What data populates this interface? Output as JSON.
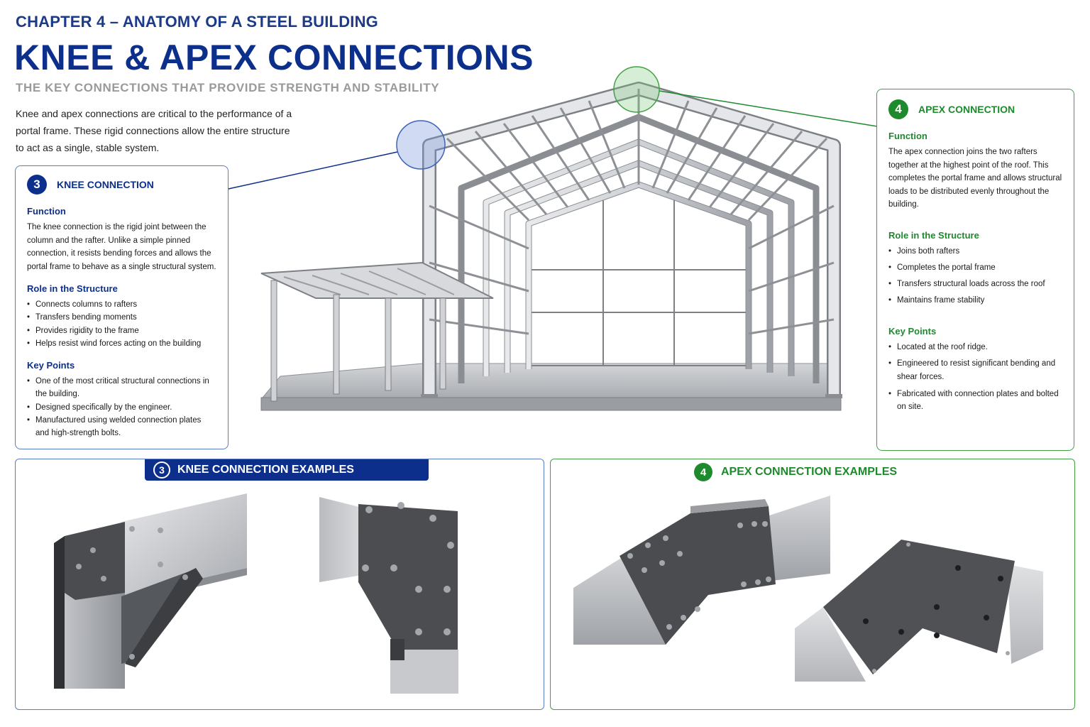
{
  "header": {
    "chapter": "CHAPTER 4 – ANATOMY OF A STEEL BUILDING",
    "title": "KNEE & APEX CONNECTIONS",
    "subtitle": "THE KEY CONNECTIONS THAT PROVIDE STRENGTH AND STABILITY",
    "intro": "Knee and apex connections are critical to the performance of a portal frame. These rigid connections allow the entire structure to act as a single, stable system."
  },
  "colors": {
    "primary_blue": "#0d2f8c",
    "accent_green": "#1e8a2e",
    "steel": "#c9ccd1"
  },
  "knee": {
    "number": "3",
    "title": "KNEE CONNECTION",
    "function_label": "Function",
    "function_text": "The knee connection is the rigid joint between the column and the rafter. Unlike a simple pinned connection, it resists bending forces and allows the portal frame to behave as a single structural system.",
    "role_label": "Role in the Structure",
    "role": [
      "Connects columns to rafters",
      "Transfers bending moments",
      "Provides rigidity to the frame",
      "Helps resist wind forces acting on the building"
    ],
    "key_label": "Key Points",
    "key": [
      "One of the most critical structural connections in the building.",
      "Designed specifically by the engineer.",
      "Manufactured using welded connection plates and high-strength bolts."
    ]
  },
  "apex": {
    "number": "4",
    "title": "APEX CONNECTION",
    "function_label": "Function",
    "function_text": "The apex connection joins the two rafters together at the highest point of the roof. This completes the portal frame and allows structural loads to be distributed evenly throughout the building.",
    "role_label": "Role in the Structure",
    "role": [
      "Joins both rafters",
      "Completes the portal frame",
      "Transfers structural loads across the roof",
      "Maintains frame stability"
    ],
    "key_label": "Key Points",
    "key": [
      "Located at the roof ridge.",
      "Engineered to resist significant bending and shear forces.",
      "Fabricated with connection plates and bolted on site."
    ]
  },
  "examples": {
    "knee_number": "3",
    "knee_title": "KNEE CONNECTION EXAMPLES",
    "apex_number": "4",
    "apex_title": "APEX CONNECTION EXAMPLES"
  },
  "icons": [
    "building-frame-illustration",
    "knee-highlight-circle",
    "apex-highlight-circle",
    "bolt-icon"
  ]
}
